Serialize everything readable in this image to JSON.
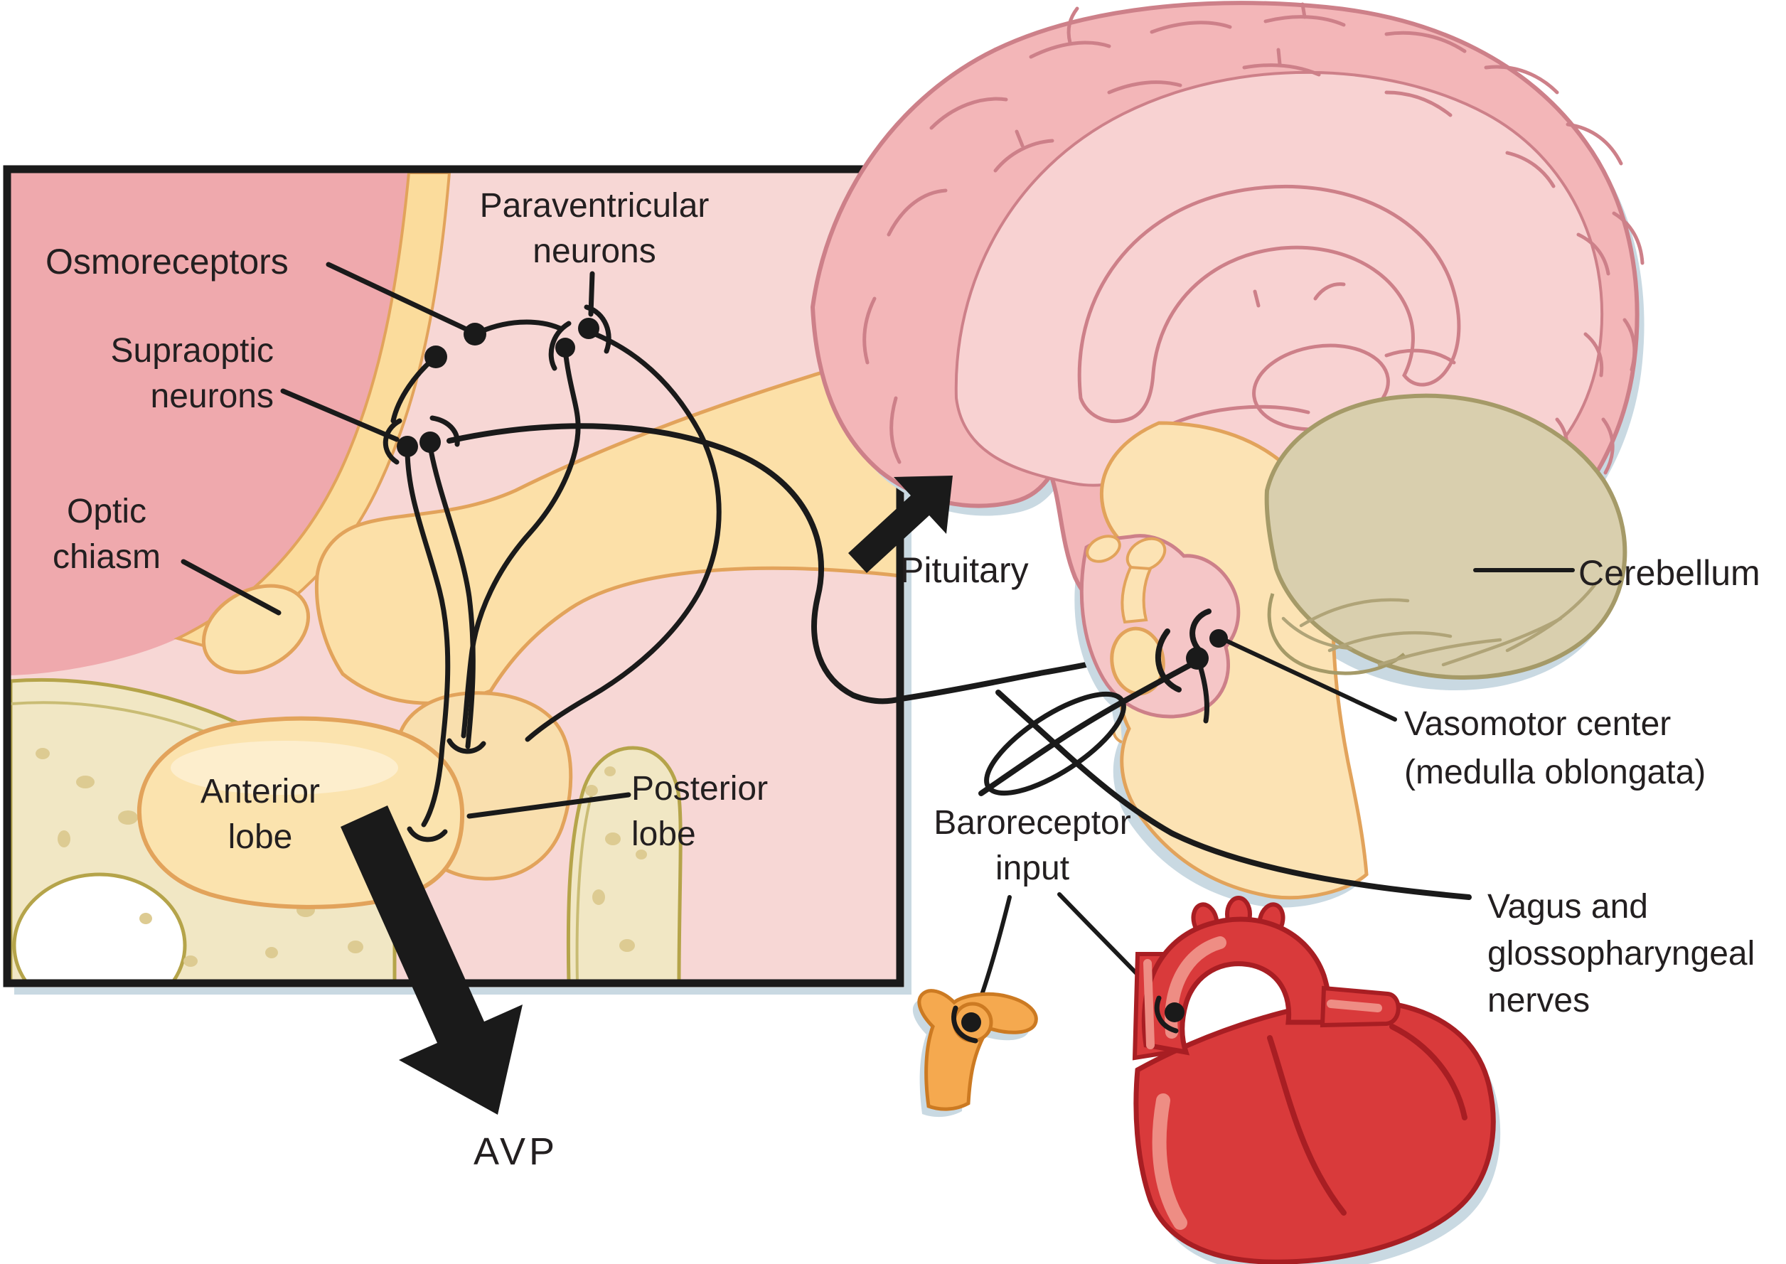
{
  "colors": {
    "background": "#ffffff",
    "outline_black": "#1a1a1a",
    "text": "#231f20",
    "inset_light_pink": "#f7d7d5",
    "inset_dark_pink": "#efa9ad",
    "hypothalamus_yellow": "#fce0a8",
    "band_yellow": "#fbdc9c",
    "pituitary_cream": "#fbe3ae",
    "pituitary_cream_light": "#fdf0d2",
    "anatomy_orange_stroke": "#e2a35b",
    "bone_cream": "#f1e7c4",
    "bone_speckle": "#ddcb92",
    "bone_stroke": "#b5a44a",
    "cortex_pink": "#f3b6b8",
    "cortex_stroke": "#cd8089",
    "medial_pink": "#f8d2d2",
    "peripituitary_pink": "#f5c6c7",
    "cerebellum_tan": "#d9cfae",
    "cerebellum_stroke": "#a59a68",
    "cerebellum_striation": "#b0a478",
    "shadow_blue": "#c9d9e2",
    "heart_red": "#d93a3b",
    "heart_dark": "#a81e23",
    "heart_highlight": "#ee8d84",
    "carotid_orange": "#f5a94f",
    "carotid_dark": "#cc7a22"
  },
  "inset": {
    "labels": {
      "osmoreceptors": "Osmoreceptors",
      "supraoptic": {
        "line1": "Supraoptic",
        "line2": "neurons"
      },
      "paraventricular": {
        "line1": "Paraventricular",
        "line2": "neurons"
      },
      "optic_chiasm": {
        "line1": "Optic",
        "line2": "chiasm"
      },
      "anterior_lobe": {
        "line1": "Anterior",
        "line2": "lobe"
      },
      "posterior_lobe": {
        "line1": "Posterior",
        "line2": "lobe"
      }
    }
  },
  "main": {
    "labels": {
      "pituitary": "Pituitary",
      "cerebellum": "Cerebellum",
      "vasomotor": {
        "line1": "Vasomotor center",
        "line2": "(medulla oblongata)"
      },
      "baroreceptor": {
        "line1": "Baroreceptor",
        "line2": "input"
      },
      "vagus": {
        "line1": "Vagus and",
        "line2": "glossopharyngeal",
        "line3": "nerves"
      },
      "avp": "AVP"
    }
  }
}
